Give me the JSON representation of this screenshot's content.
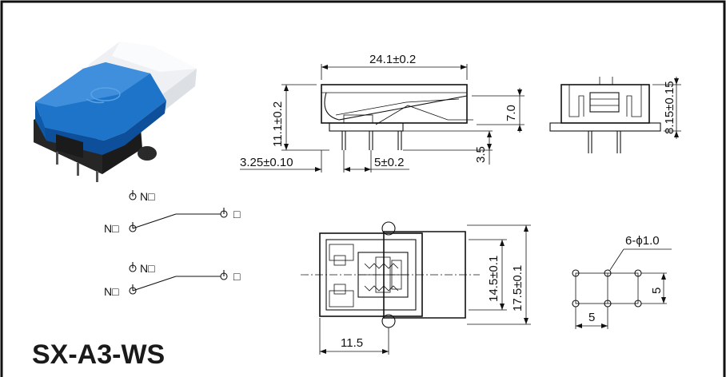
{
  "model": "SX-A3-WS",
  "schematic": {
    "upper": {
      "top_label": "N□",
      "common_label": "N□",
      "right_label": "□"
    },
    "lower": {
      "top_label": "N□",
      "common_label": "N□",
      "right_label": "□"
    }
  },
  "dimensions": {
    "side_width": "24.1±0.2",
    "side_height": "11.1±0.2",
    "front_offset": "3.25±0.10",
    "pin_pitch": "5±0.2",
    "button_height": "7.0",
    "pin_length": "3.5",
    "end_height": "8.15±0.15",
    "top_inner": "14.5±0.1",
    "top_outer": "17.5±0.1",
    "top_length": "11.5",
    "hole_spec": "6-ϕ1.0",
    "hole_pitch_v": "5",
    "hole_pitch_h": "5"
  },
  "colors": {
    "button_blue": "#1e74c8",
    "button_blue_dark": "#0d4f9a",
    "housing_white": "#f4f5f7",
    "base_black": "#1b1b1b",
    "border": "#111111"
  }
}
